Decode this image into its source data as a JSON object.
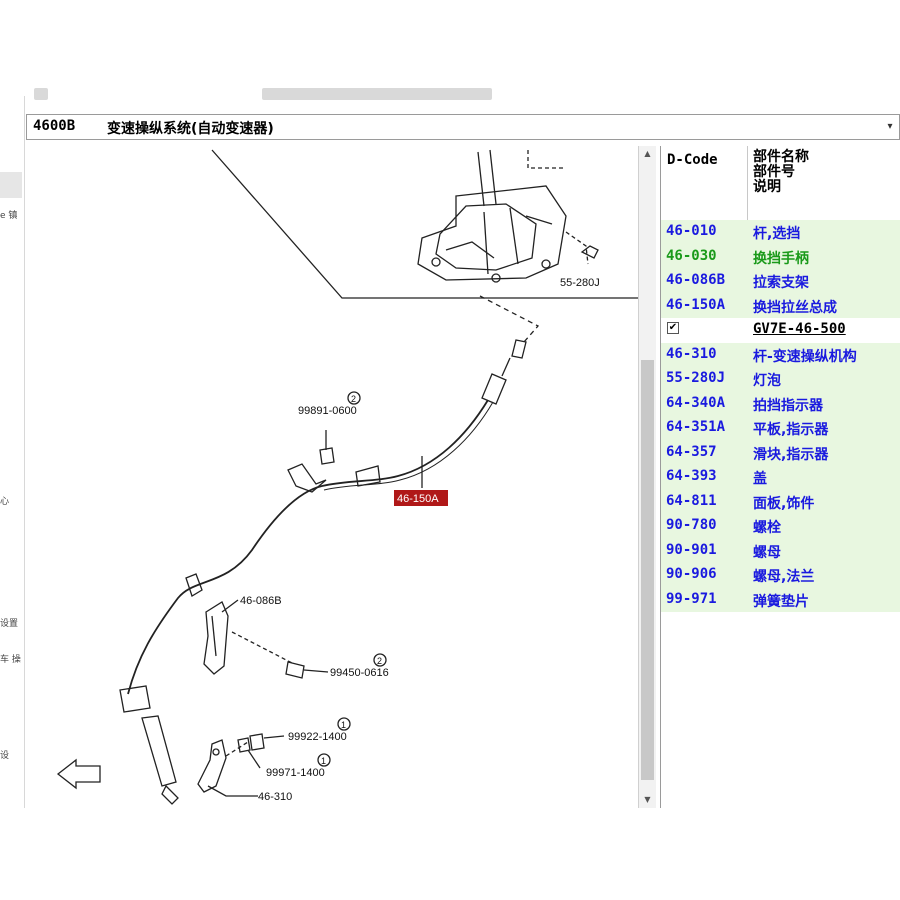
{
  "selector": {
    "code": "4600B",
    "name": "变速操纵系统(自动变速器)"
  },
  "left_labels": [
    "e 镇",
    "心",
    "设置",
    "车 操 于",
    "设"
  ],
  "diagram": {
    "callouts": {
      "p5528": "55-280J",
      "p4615": "46-150A",
      "p9989": "99891-0600",
      "p9989q": "2",
      "p4608": "46-086B",
      "p9945": "99450-0616",
      "p9945q": "2",
      "p9992": "99922-1400",
      "p9992q": "1",
      "p9997": "99971-1400",
      "p9997q": "1",
      "p4631": "46-310"
    }
  },
  "parts_list": {
    "header": {
      "dcode": "D-Code",
      "col_name": "部件名称",
      "col_number": "部件号",
      "col_desc": "说明"
    },
    "rows_top": [
      {
        "code": "46-010",
        "name": "杆,选挡",
        "color": "blue"
      },
      {
        "code": "46-030",
        "name": "换挡手柄",
        "color": "green"
      },
      {
        "code": "46-086B",
        "name": "拉索支架",
        "color": "blue"
      },
      {
        "code": "46-150A",
        "name": "换挡拉丝总成",
        "color": "blue"
      }
    ],
    "selected_part": "GV7E-46-500",
    "checkbox_mark": "✔",
    "rows_bottom": [
      {
        "code": "46-310",
        "name": "杆-变速操纵机构"
      },
      {
        "code": "55-280J",
        "name": "灯泡"
      },
      {
        "code": "64-340A",
        "name": "拍挡指示器"
      },
      {
        "code": "64-351A",
        "name": "平板,指示器"
      },
      {
        "code": "64-357",
        "name": "滑块,指示器"
      },
      {
        "code": "64-393",
        "name": "盖"
      },
      {
        "code": "64-811",
        "name": "面板,饰件"
      },
      {
        "code": "90-780",
        "name": "螺栓"
      },
      {
        "code": "90-901",
        "name": "螺母"
      },
      {
        "code": "90-906",
        "name": "螺母,法兰"
      },
      {
        "code": "99-971",
        "name": "弹簧垫片"
      }
    ]
  },
  "colors": {
    "row_bg": "#e8f7e0",
    "code_blue": "#1a1adf",
    "code_green": "#1a9a1a",
    "highlight_label_bg": "#b01818"
  }
}
